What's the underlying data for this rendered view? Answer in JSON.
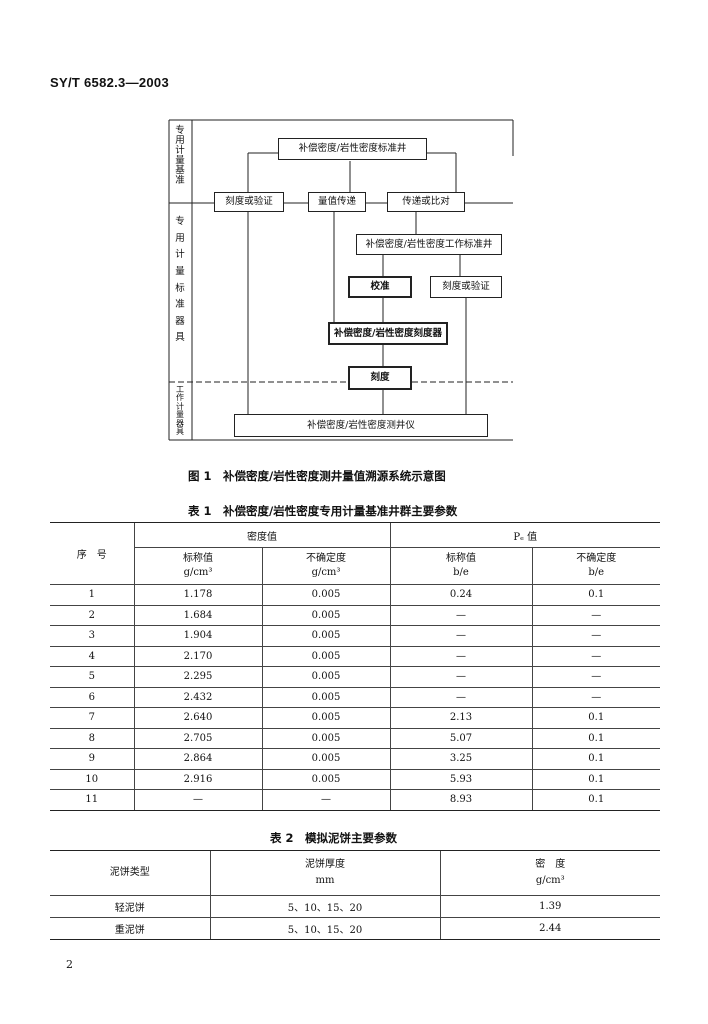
{
  "header": "SY/T 6582.3—2003",
  "page_number": "2",
  "figure": {
    "caption": "图 1　补偿密度/岩性密度测井量值溯源系统示意图",
    "side_labels": {
      "top": "专用计量基准",
      "middle": "专用计量标准器具",
      "bottom": "工作计量器具"
    },
    "boxes": {
      "primary": "补偿密度/岩性密度标准井",
      "verify1": "刻度或验证",
      "transfer": "量值传递",
      "compare": "传递或比对",
      "work_std": "补偿密度/岩性密度工作标准井",
      "calibrate": "校准",
      "verify2": "刻度或验证",
      "calibrator": "补偿密度/岩性密度刻度器",
      "scale": "刻度",
      "logger": "补偿密度/岩性密度测井仪"
    }
  },
  "table1": {
    "title": "表 1　补偿密度/岩性密度专用计量基准井群主要参数",
    "col_no": "序　号",
    "group_density": "密度值",
    "group_pe": "Pₑ 值",
    "nominal_label": "标称值",
    "uncert_label": "不确定度",
    "unit_gcm3": "g/cm³",
    "unit_be": "b/e",
    "rows": [
      [
        "1",
        "1.178",
        "0.005",
        "0.24",
        "0.1"
      ],
      [
        "2",
        "1.684",
        "0.005",
        "—",
        "—"
      ],
      [
        "3",
        "1.904",
        "0.005",
        "—",
        "—"
      ],
      [
        "4",
        "2.170",
        "0.005",
        "—",
        "—"
      ],
      [
        "5",
        "2.295",
        "0.005",
        "—",
        "—"
      ],
      [
        "6",
        "2.432",
        "0.005",
        "—",
        "—"
      ],
      [
        "7",
        "2.640",
        "0.005",
        "2.13",
        "0.1"
      ],
      [
        "8",
        "2.705",
        "0.005",
        "5.07",
        "0.1"
      ],
      [
        "9",
        "2.864",
        "0.005",
        "3.25",
        "0.1"
      ],
      [
        "10",
        "2.916",
        "0.005",
        "5.93",
        "0.1"
      ],
      [
        "11",
        "—",
        "—",
        "8.93",
        "0.1"
      ]
    ]
  },
  "table2": {
    "title": "表 2　模拟泥饼主要参数",
    "col_type": "泥饼类型",
    "col_thickness": "泥饼厚度",
    "unit_mm": "mm",
    "col_density": "密　度",
    "unit_gcm3": "g/cm³",
    "rows": [
      [
        "轻泥饼",
        "5、10、15、20",
        "1.39"
      ],
      [
        "重泥饼",
        "5、10、15、20",
        "2.44"
      ]
    ]
  }
}
